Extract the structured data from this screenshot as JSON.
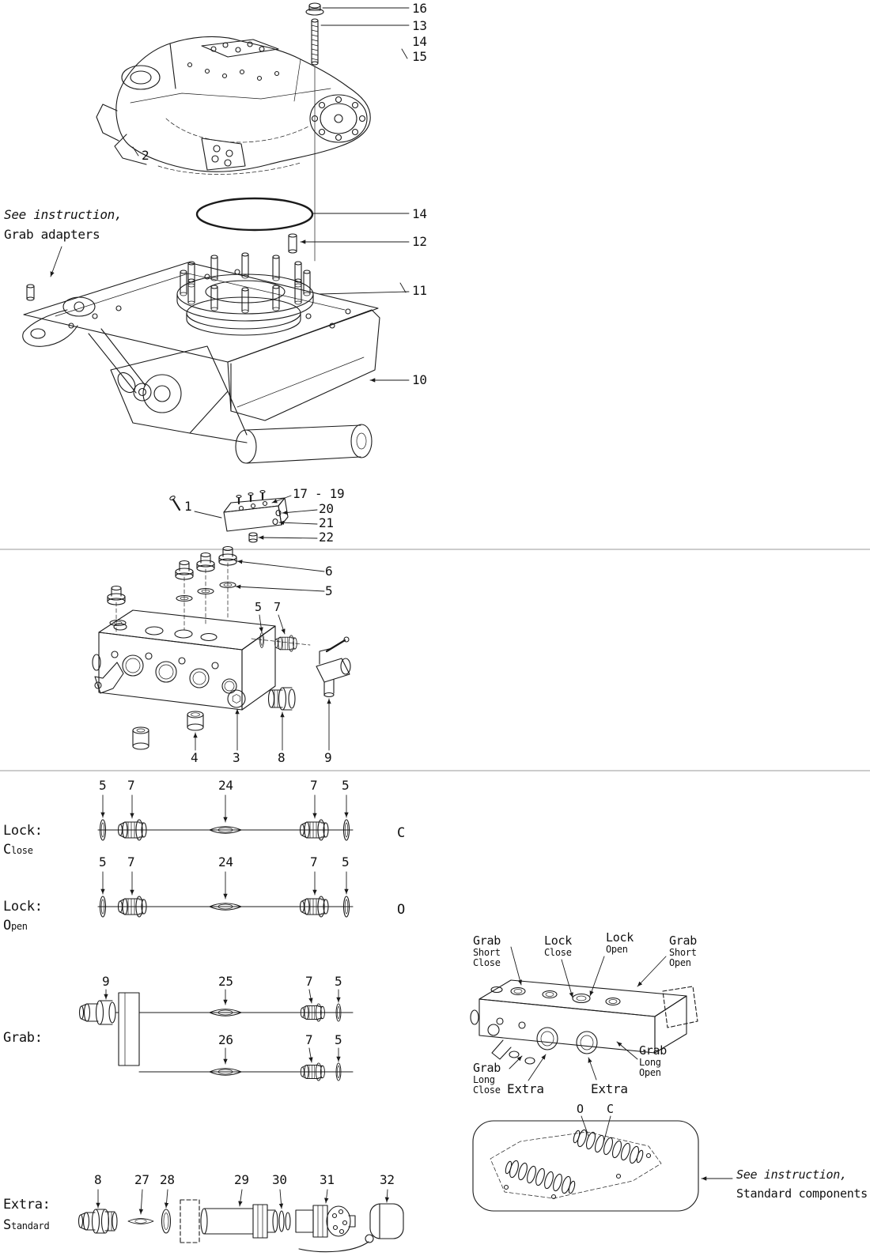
{
  "top_assembly": {
    "callout_16": "16",
    "callout_13": "13",
    "callout_14_bolt": "14",
    "callout_15": "15",
    "callout_2": "2",
    "see_instruction_line1": "See instruction,",
    "see_instruction_line2": "Grab adapters",
    "callout_14_oring": "14",
    "callout_12": "12",
    "callout_11": "11",
    "callout_10": "10",
    "callout_1": "1",
    "callout_17_19": "17 - 19",
    "callout_20": "20",
    "callout_21": "21",
    "callout_22": "22"
  },
  "valve_exploded": {
    "callout_6": "6",
    "callout_5_top": "5",
    "callout_5_mid": "5",
    "callout_7_mid": "7",
    "callout_4": "4",
    "callout_3": "3",
    "callout_8": "8",
    "callout_9": "9"
  },
  "lock_close_row": {
    "title": "Lock:",
    "subtitle": "Close",
    "state_letter": "C",
    "callouts": [
      "5",
      "7",
      "24",
      "7",
      "5"
    ]
  },
  "lock_open_row": {
    "title": "Lock:",
    "subtitle": "Open",
    "state_letter": "O",
    "callouts": [
      "5",
      "7",
      "24",
      "7",
      "5"
    ]
  },
  "grab_rows": {
    "title": "Grab:",
    "row1_callouts": [
      "9",
      "25",
      "7",
      "5"
    ],
    "row2_callouts": [
      "26",
      "7",
      "5"
    ]
  },
  "valve_overview": {
    "grab_short_close": [
      "Grab",
      "Short",
      "Close"
    ],
    "lock_close": [
      "Lock",
      "Close"
    ],
    "lock_open": [
      "Lock",
      "Open"
    ],
    "grab_short_open": [
      "Grab",
      "Short",
      "Open"
    ],
    "grab_long_close": [
      "Grab",
      "Long",
      "Close"
    ],
    "extra_left": "Extra",
    "extra_right": "Extra",
    "grab_long_open": [
      "Grab",
      "Long",
      "Open"
    ]
  },
  "standard_components": {
    "letter_o": "O",
    "letter_c": "C",
    "see_instruction_line1": "See instruction,",
    "see_instruction_line2": "Standard components"
  },
  "extra_row": {
    "title": "Extra:",
    "subtitle": "Standard",
    "callouts": [
      "8",
      "27",
      "28",
      "29",
      "30",
      "31",
      "32"
    ]
  }
}
